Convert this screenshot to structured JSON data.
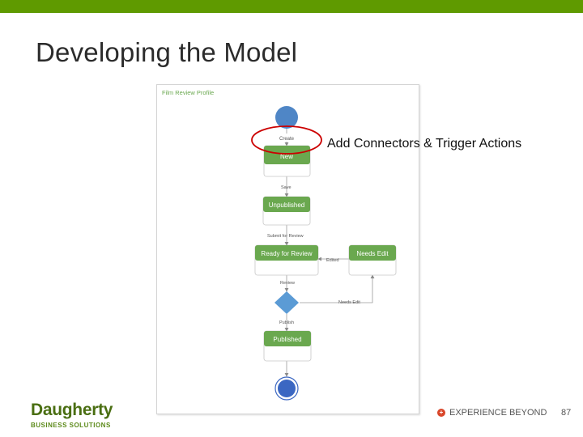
{
  "slide": {
    "title": "Developing the Model",
    "callout": "Add Connectors & Trigger Actions",
    "page_number": "87"
  },
  "brand": {
    "name": "Daugherty",
    "subtitle": "BUSINESS SOLUTIONS",
    "tagline": "EXPERIENCE BEYOND",
    "tagline_icon": "plus-circle-icon",
    "colors": {
      "bar": "#5f9a00",
      "accent": "#d9472b"
    }
  },
  "diagram": {
    "title": "Film Review Profile",
    "colors": {
      "state_header": "#6aa84f",
      "start": "#4f86c6",
      "end": "#3b67c2",
      "decision": "#5b9bd5",
      "highlight": "#cc0000"
    },
    "states": [
      {
        "id": "new",
        "label": "New"
      },
      {
        "id": "unpublished",
        "label": "Unpublished"
      },
      {
        "id": "ready",
        "label": "Ready for Review"
      },
      {
        "id": "needs_edit",
        "label": "Needs Edit"
      },
      {
        "id": "published",
        "label": "Published"
      }
    ],
    "transitions": [
      {
        "from": "start",
        "to": "new",
        "label": "Create"
      },
      {
        "from": "new",
        "to": "unpublished",
        "label": "Save"
      },
      {
        "from": "unpublished",
        "to": "ready",
        "label": "Submit for Review"
      },
      {
        "from": "needs_edit",
        "to": "ready",
        "label": "Edited"
      },
      {
        "from": "ready",
        "to": "decision",
        "label": "Review"
      },
      {
        "from": "decision",
        "to": "needs_edit",
        "label": "Needs Edit"
      },
      {
        "from": "decision",
        "to": "published",
        "label": "Publish"
      }
    ]
  }
}
